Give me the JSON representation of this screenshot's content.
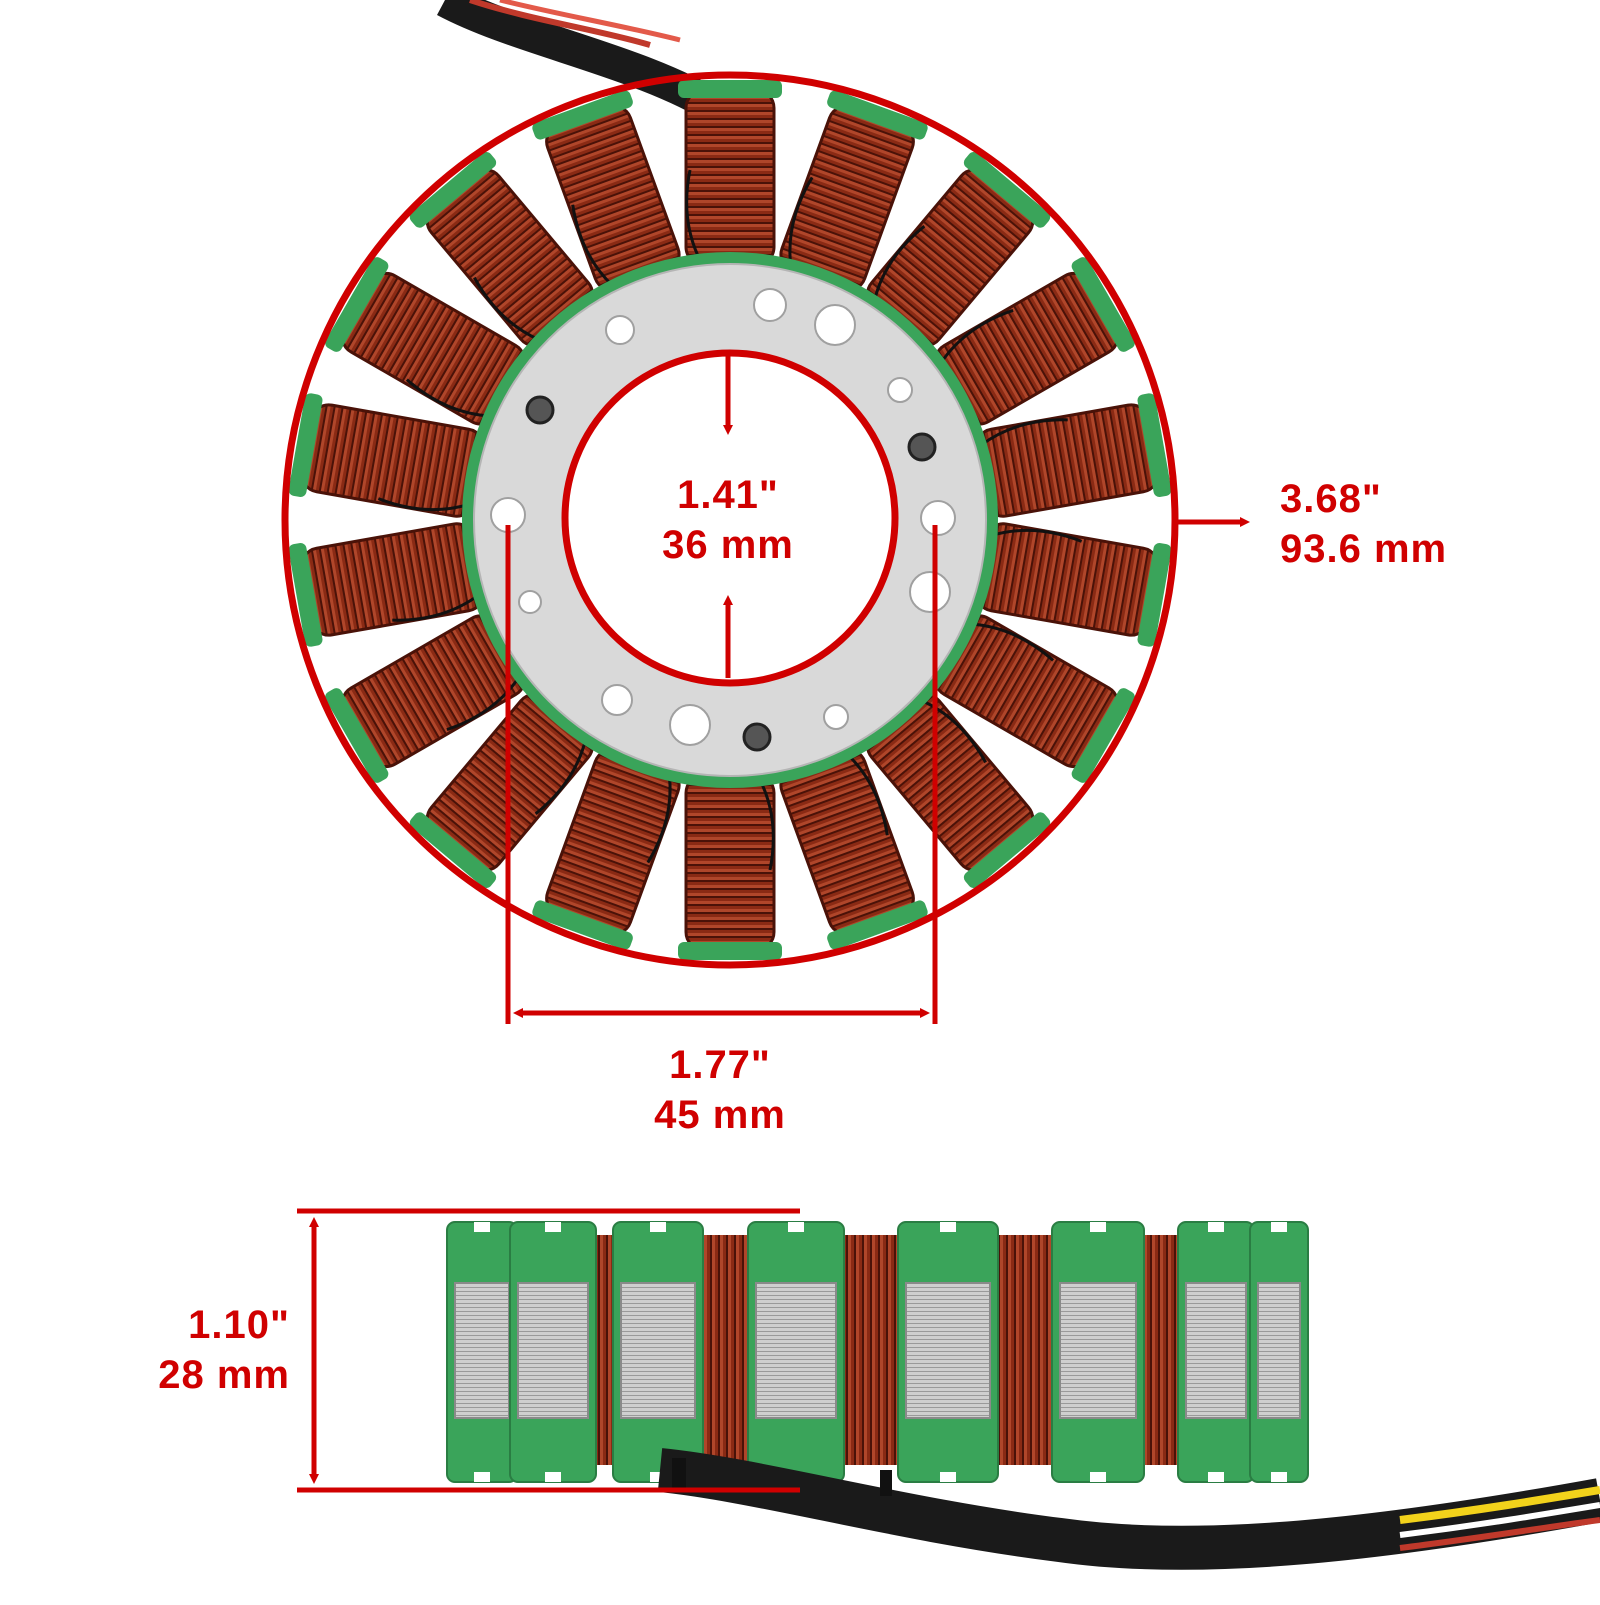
{
  "colors": {
    "accent": "#d00000",
    "coil": "#8a2a14",
    "coil_dark": "#4a1208",
    "insulator": "#3aa45a",
    "lamination": "#c9c9c9",
    "plate": "#d9d9d9",
    "wire_sleeve": "#1a1a1a"
  },
  "dimensions": {
    "inner_bore": {
      "inch": "1.41\"",
      "mm": "36 mm"
    },
    "outer_diameter": {
      "inch": "3.68\"",
      "mm": "93.6 mm"
    },
    "bolt_spacing": {
      "inch": "1.77\"",
      "mm": "45 mm"
    },
    "height": {
      "inch": "1.10\"",
      "mm": "28 mm"
    }
  },
  "subject": {
    "top_view_coil_count": 18,
    "side_view_visible_poles": 8
  }
}
